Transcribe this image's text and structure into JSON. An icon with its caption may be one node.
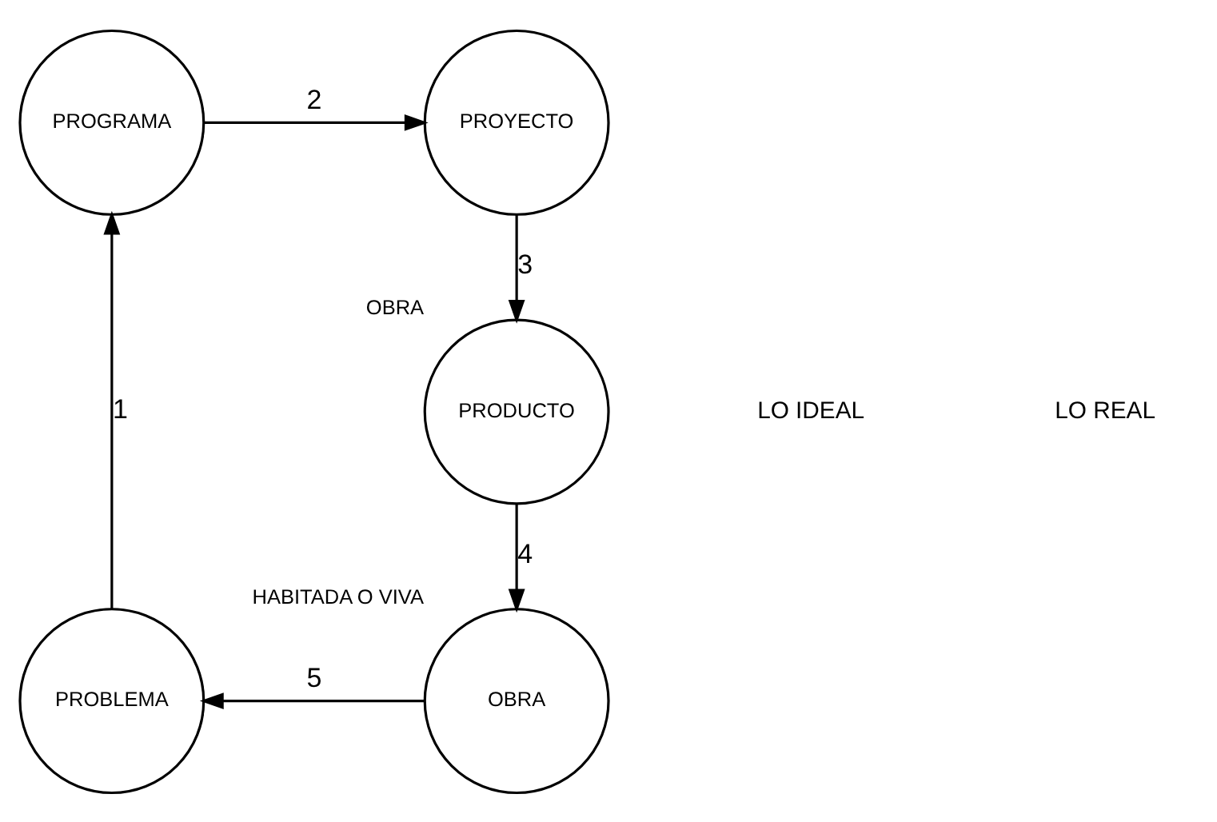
{
  "diagram": {
    "nodes": [
      {
        "text": [
          "PROGRAMA"
        ]
      },
      {
        "text": [
          "PROYECTO"
        ]
      },
      {
        "text": [
          "PRODUCTO"
        ],
        "beside": [
          "OBRA"
        ]
      },
      {
        "text": [
          "OBRA"
        ],
        "beside": [
          "HABITADA O VIVA"
        ]
      },
      {
        "text": [
          "PROBLEMA"
        ]
      }
    ],
    "edges": [
      {
        "from": 4,
        "to": 0,
        "arrow": "to",
        "label": "1"
      },
      {
        "from": 0,
        "to": 1,
        "arrow": "to",
        "label": "2"
      },
      {
        "from": 1,
        "to": 2,
        "arrow": "to",
        "label": "3"
      },
      {
        "from": 2,
        "to": 3,
        "arrow": "to",
        "label": "4"
      },
      {
        "from": 3,
        "to": 4,
        "arrow": "to",
        "label": "5"
      }
    ],
    "labels": [
      "LO IDEAL",
      "LO REAL"
    ]
  }
}
